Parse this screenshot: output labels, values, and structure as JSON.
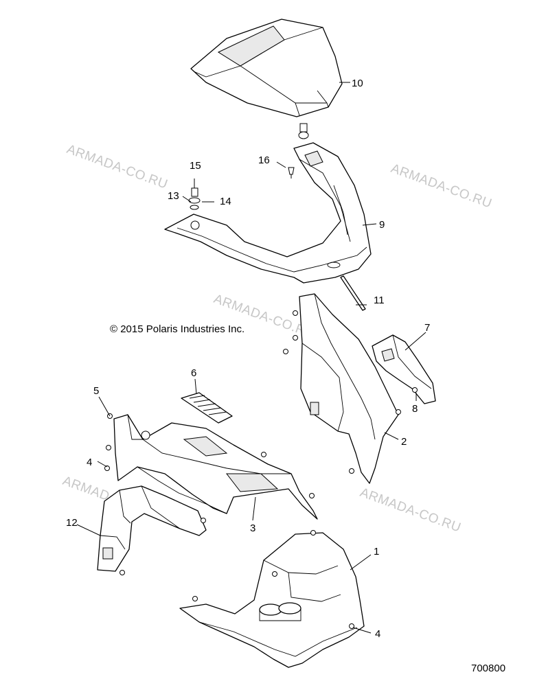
{
  "diagram": {
    "copyright": "© 2015 Polaris Industries Inc.",
    "figure_number": "700800",
    "watermark": "ARMADA-CO.RU",
    "callouts": [
      {
        "id": "c1",
        "label": "1"
      },
      {
        "id": "c2",
        "label": "2"
      },
      {
        "id": "c3",
        "label": "3"
      },
      {
        "id": "c4a",
        "label": "4"
      },
      {
        "id": "c4b",
        "label": "4"
      },
      {
        "id": "c5",
        "label": "5"
      },
      {
        "id": "c6",
        "label": "6"
      },
      {
        "id": "c7",
        "label": "7"
      },
      {
        "id": "c8",
        "label": "8"
      },
      {
        "id": "c9",
        "label": "9"
      },
      {
        "id": "c10",
        "label": "10"
      },
      {
        "id": "c11",
        "label": "11"
      },
      {
        "id": "c12",
        "label": "12"
      },
      {
        "id": "c13",
        "label": "13"
      },
      {
        "id": "c14",
        "label": "14"
      },
      {
        "id": "c15",
        "label": "15"
      },
      {
        "id": "c16",
        "label": "16"
      }
    ]
  }
}
